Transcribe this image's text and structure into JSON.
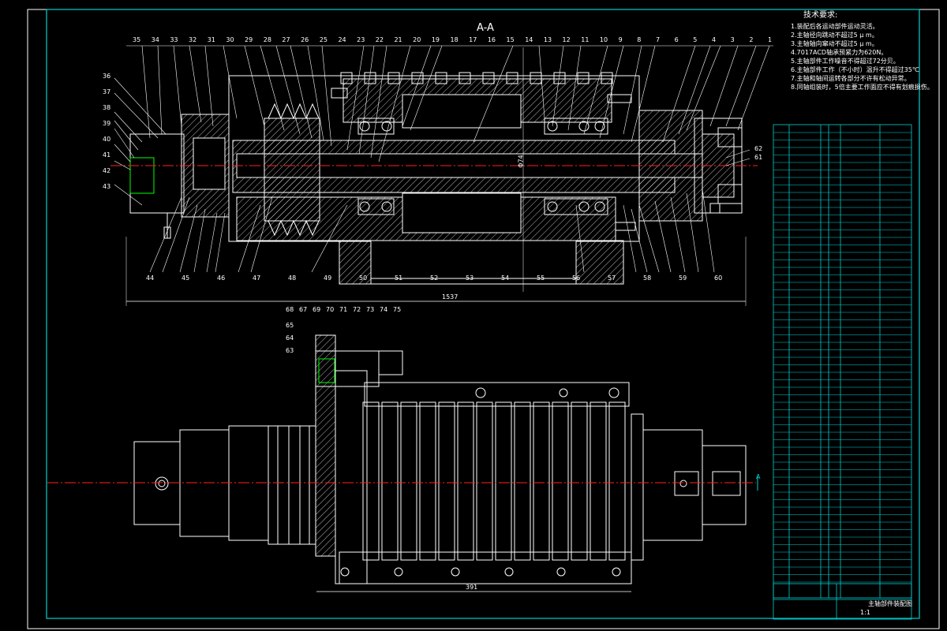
{
  "section_title": "A-A",
  "section_marker": "A",
  "notes": {
    "title": "技术要求:",
    "lines": [
      "1.装配后各运动部件运动灵活。",
      "2.主轴径向跳动不超过5 μ m。",
      "3.主轴轴向窜动不超过5 μ m。",
      "4.7017ACD轴承预紧力为620N。",
      "5.主轴部件工作噪音不得超过72分贝。",
      "6.主轴部件工作（不小时）温升不得超过35℃",
      "7.主轴和轴间运转各部分不许有松动异常。",
      "8.同轴组装时，5倍主要工作面应不得有划痕损伤。"
    ]
  },
  "top_callouts": [
    "35",
    "34",
    "33",
    "32",
    "31",
    "30",
    "29",
    "28",
    "27",
    "26",
    "25",
    "24",
    "23",
    "22",
    "21",
    "20",
    "19",
    "18",
    "17",
    "16",
    "15",
    "14",
    "13",
    "12",
    "11",
    "10",
    "9",
    "8",
    "7",
    "6",
    "5",
    "4",
    "3",
    "2",
    "1"
  ],
  "left_callouts": [
    "36",
    "37",
    "38",
    "39",
    "40",
    "41",
    "42",
    "43"
  ],
  "bottom_callouts": [
    "44",
    "45",
    "46",
    "47",
    "48",
    "49",
    "50",
    "51",
    "52",
    "53",
    "54",
    "55",
    "56",
    "57",
    "58",
    "59",
    "60"
  ],
  "right_callouts": [
    "62",
    "61"
  ],
  "view2_callouts": [
    "68",
    "67",
    "69",
    "70",
    "71",
    "72",
    "73",
    "74",
    "75",
    "65",
    "64",
    "63"
  ],
  "dimensions": {
    "top_length": "1537",
    "bottom_width": "391",
    "dia_label": "Φ74"
  },
  "title_block": {
    "title": "主轴部件装配图",
    "scale": "1:1"
  },
  "colors": {
    "line": "#ffffff",
    "outline": "#ffffff",
    "accent": "#00ffff",
    "center": "#ff2020",
    "part": "#00ff00",
    "cyanline": "#00d0d0"
  }
}
